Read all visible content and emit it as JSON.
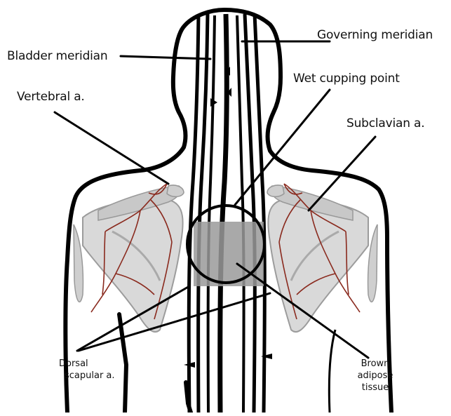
{
  "diagram": {
    "labels": {
      "governing_meridian": "Governing meridian",
      "bladder_meridian": "Bladder meridian",
      "wet_cupping_point": "Wet cupping point",
      "vertebral_artery": "Vertebral a.",
      "subclavian_artery": "Subclavian a.",
      "dorsal_scapular_line1": "Dorsal",
      "dorsal_scapular_line2": "scapular a.",
      "brown_adipose_line1": "Brown",
      "brown_adipose_line2": "adipose",
      "brown_adipose_line3": "tissue"
    },
    "colors": {
      "outline": "#000000",
      "bone": "#d9d9d9",
      "bone_shade": "#b5b5b5",
      "artery": "#8a2a1e",
      "adipose_patch": "#9a9a9a",
      "background": "#ffffff"
    }
  }
}
